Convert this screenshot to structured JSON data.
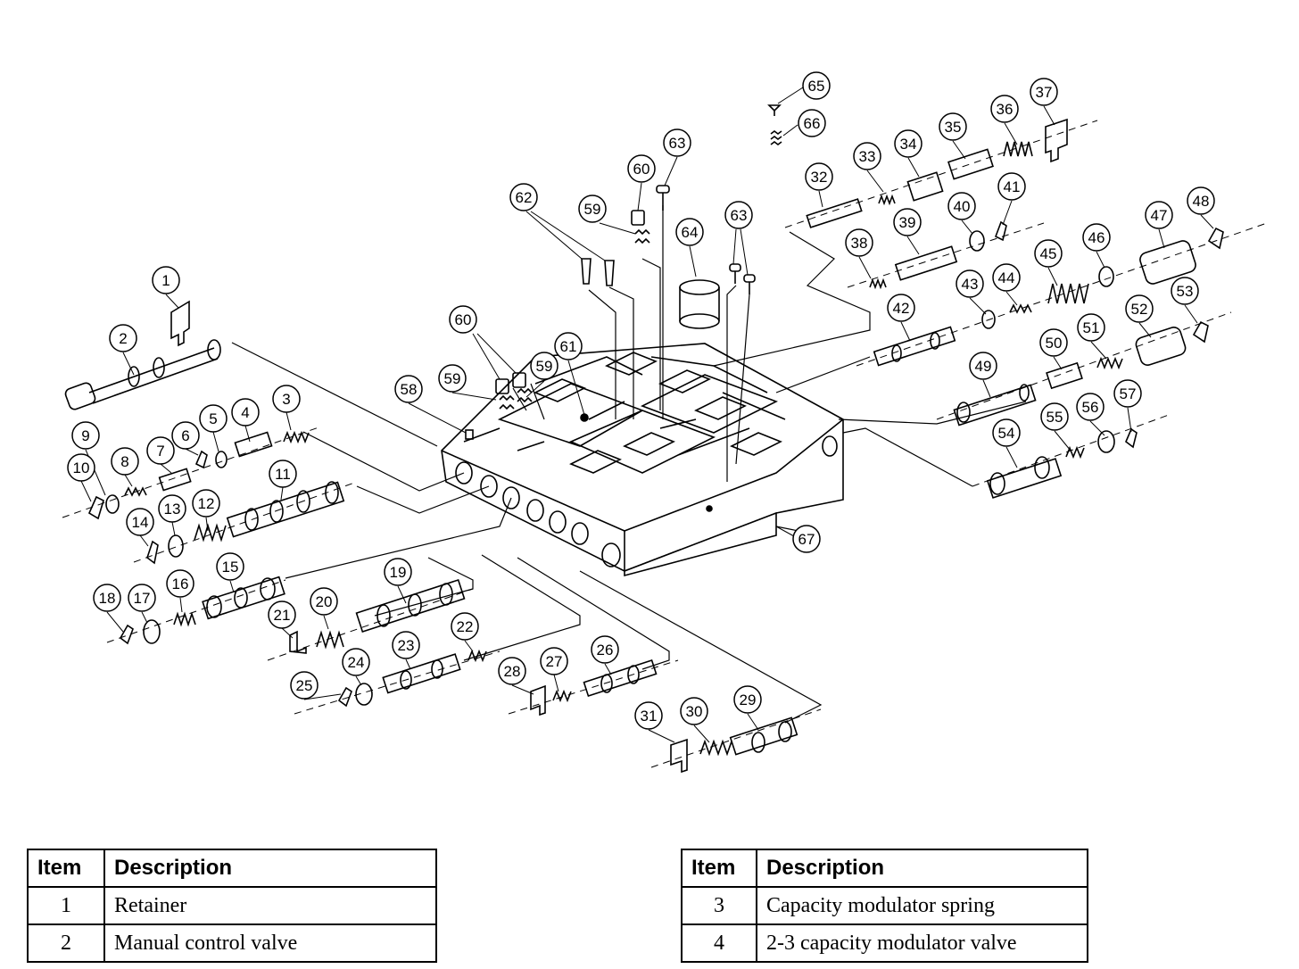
{
  "diagram": {
    "callouts": [
      "1",
      "2",
      "3",
      "4",
      "5",
      "6",
      "7",
      "8",
      "9",
      "10",
      "11",
      "12",
      "13",
      "14",
      "15",
      "16",
      "17",
      "18",
      "19",
      "20",
      "21",
      "22",
      "23",
      "24",
      "25",
      "26",
      "27",
      "28",
      "29",
      "30",
      "31",
      "32",
      "33",
      "34",
      "35",
      "36",
      "37",
      "38",
      "39",
      "40",
      "41",
      "42",
      "43",
      "44",
      "45",
      "46",
      "47",
      "48",
      "49",
      "50",
      "51",
      "52",
      "53",
      "54",
      "55",
      "56",
      "57",
      "58",
      "59",
      "60",
      "61",
      "62",
      "63",
      "64",
      "65",
      "66",
      "67"
    ],
    "callout_59b": "59",
    "callout_60b": "60",
    "callout_63b": "63"
  },
  "tables": [
    {
      "headers": [
        "Item",
        "Description"
      ],
      "rows": [
        {
          "item": "1",
          "description": "Retainer"
        },
        {
          "item": "2",
          "description": "Manual control valve"
        }
      ]
    },
    {
      "headers": [
        "Item",
        "Description"
      ],
      "rows": [
        {
          "item": "3",
          "description": "Capacity modulator spring"
        },
        {
          "item": "4",
          "description": "2-3 capacity modulator valve"
        }
      ]
    }
  ]
}
